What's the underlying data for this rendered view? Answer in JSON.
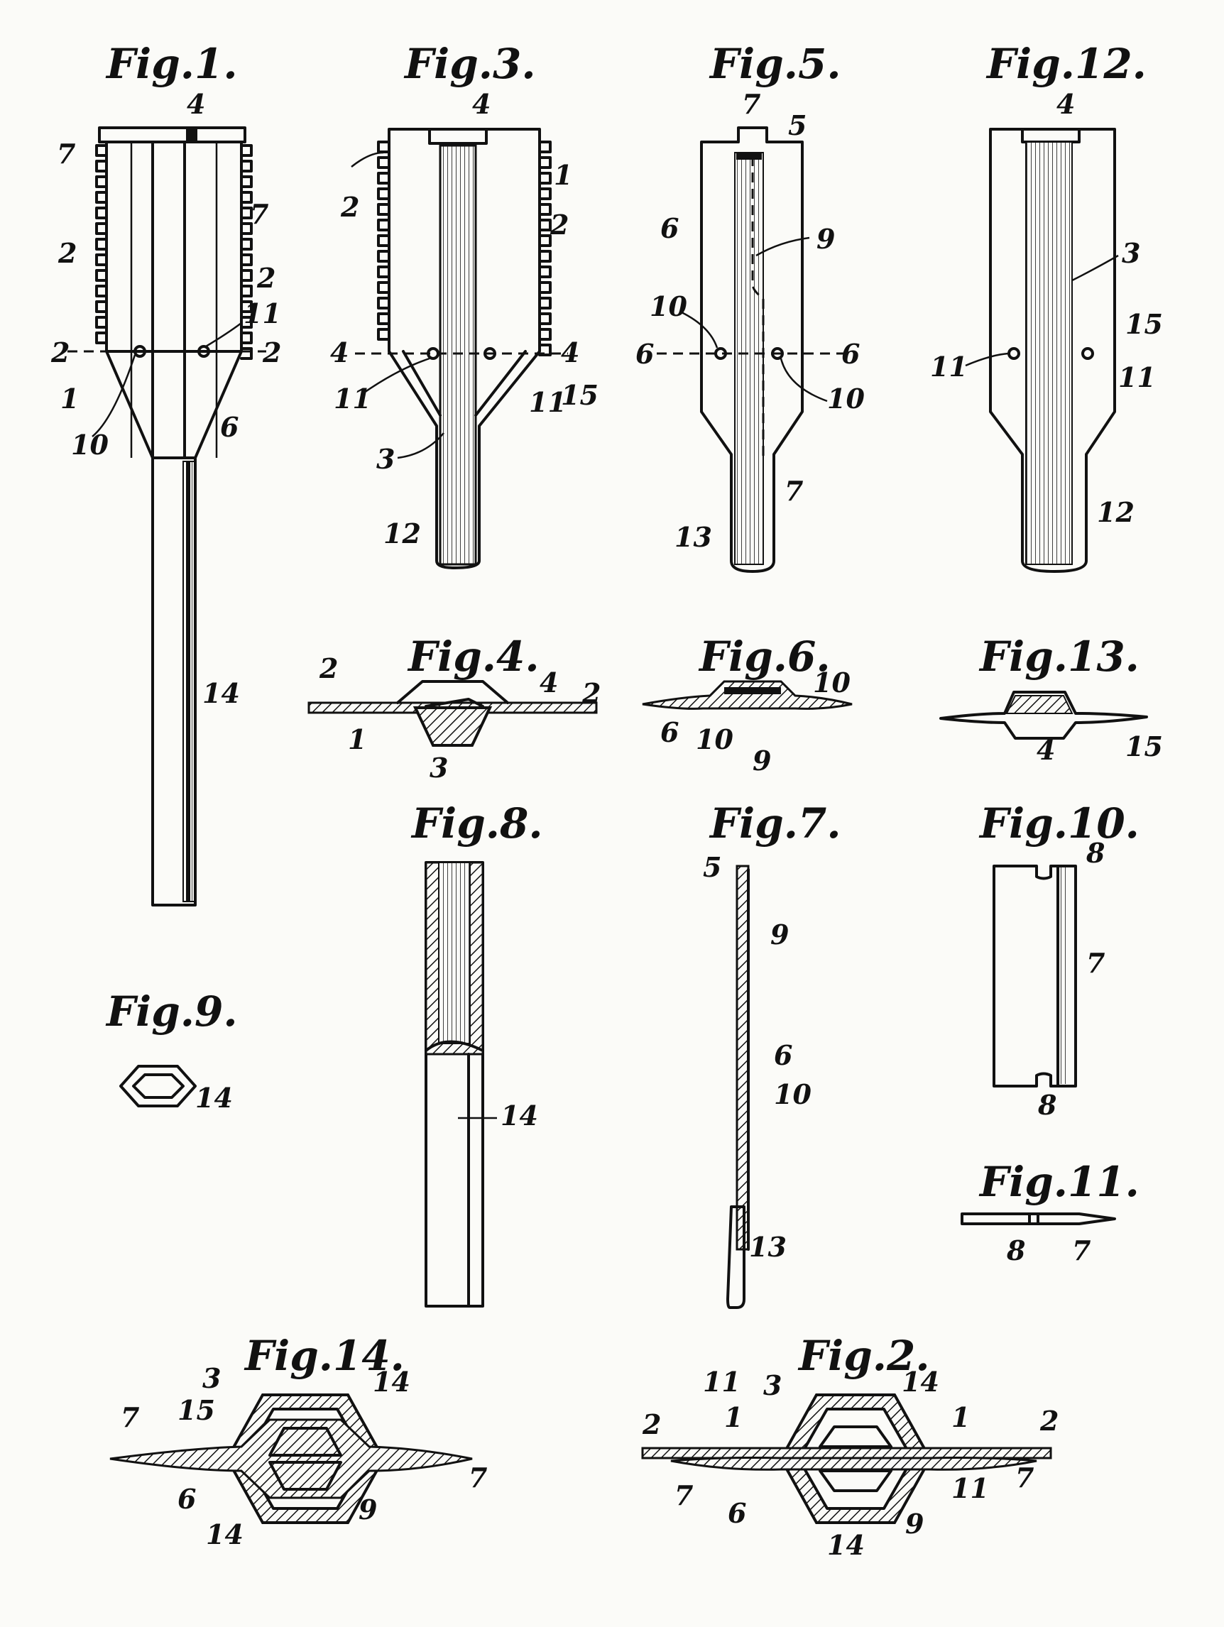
{
  "figures": {
    "fig1": {
      "title": "Fig.1.",
      "labels": [
        "4",
        "7",
        "7",
        "2",
        "2",
        "11",
        "2",
        "2",
        "1",
        "10",
        "6",
        "14"
      ]
    },
    "fig3": {
      "title": "Fig.3.",
      "labels": [
        "4",
        "1",
        "2",
        "2",
        "4",
        "4",
        "11",
        "11",
        "15",
        "3",
        "12"
      ]
    },
    "fig5": {
      "title": "Fig.5.",
      "labels": [
        "7",
        "5",
        "6",
        "9",
        "10",
        "6",
        "6",
        "10",
        "7",
        "13"
      ]
    },
    "fig12": {
      "title": "Fig.12.",
      "labels": [
        "4",
        "3",
        "15",
        "11",
        "11",
        "12"
      ]
    },
    "fig4": {
      "title": "Fig.4.",
      "labels": [
        "2",
        "4",
        "2",
        "1",
        "3"
      ]
    },
    "fig6": {
      "title": "Fig.6.",
      "labels": [
        "10",
        "6",
        "10",
        "9"
      ]
    },
    "fig13": {
      "title": "Fig.13.",
      "labels": [
        "4",
        "15"
      ]
    },
    "fig8": {
      "title": "Fig.8.",
      "labels": [
        "14"
      ]
    },
    "fig7": {
      "title": "Fig.7.",
      "labels": [
        "5",
        "9",
        "6",
        "10",
        "13"
      ]
    },
    "fig10": {
      "title": "Fig.10.",
      "labels": [
        "8",
        "7",
        "8"
      ]
    },
    "fig9": {
      "title": "Fig.9.",
      "labels": [
        "14"
      ]
    },
    "fig11": {
      "title": "Fig.11.",
      "labels": [
        "8",
        "7"
      ]
    },
    "fig14": {
      "title": "Fig.14.",
      "labels": [
        "3",
        "14",
        "15",
        "7",
        "7",
        "6",
        "9",
        "14"
      ]
    },
    "fig2": {
      "title": "Fig.2.",
      "labels": [
        "11",
        "3",
        "14",
        "1",
        "2",
        "2",
        "1",
        "7",
        "6",
        "9",
        "11",
        "7",
        "14"
      ]
    }
  },
  "colors": {
    "ink": "#111111",
    "paper": "#fbfbf8"
  }
}
